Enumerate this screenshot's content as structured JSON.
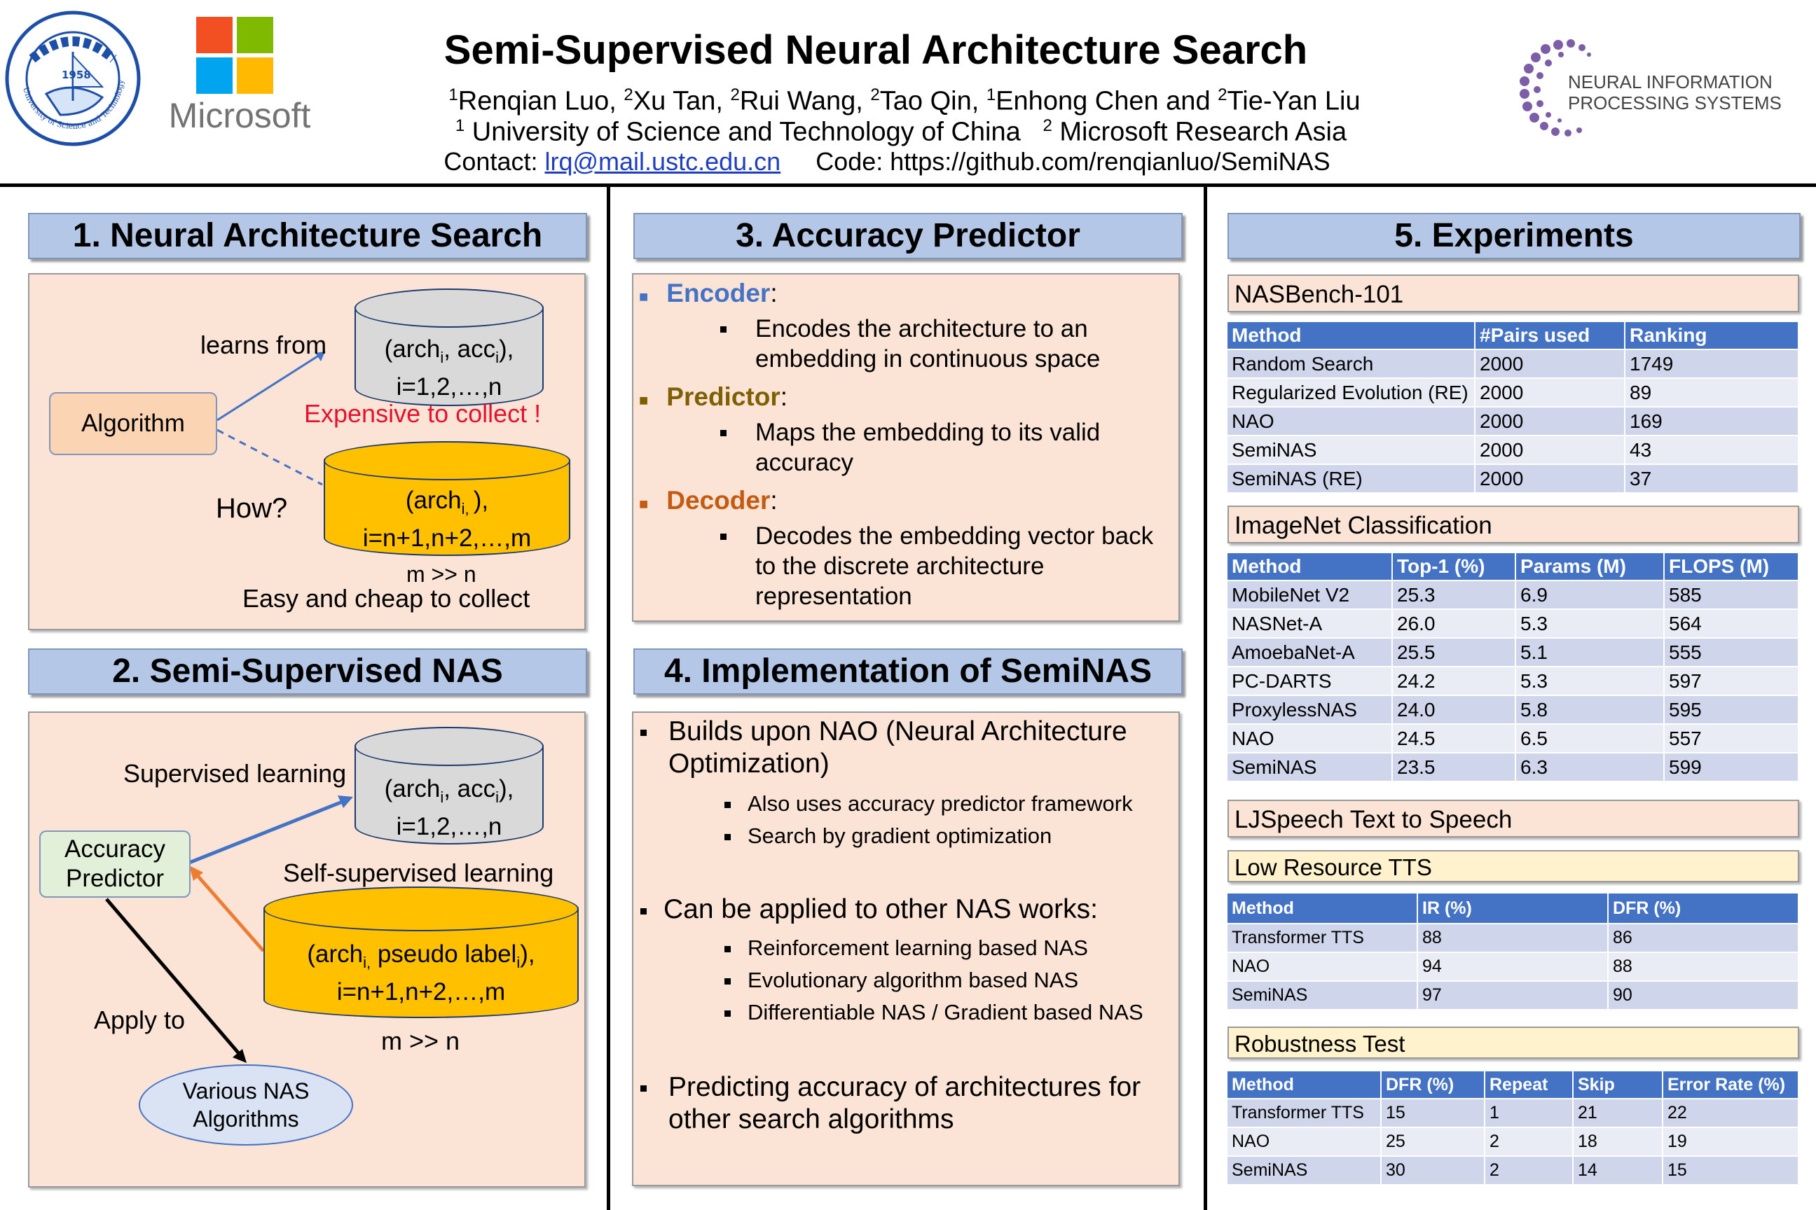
{
  "header": {
    "title": "Semi-Supervised Neural Architecture Search",
    "authors": [
      "Renqian Luo, ",
      "Xu Tan, ",
      "Rui Wang, ",
      "Tao Qin, ",
      "Enhong Chen and ",
      "Tie-Yan Liu"
    ],
    "author_sups": [
      "1",
      "2",
      "2",
      "2",
      "1",
      "2"
    ],
    "affiliation_1": "University of Science and Technology of China",
    "affiliation_2": "Microsoft Research Asia",
    "contact_label": "Contact: ",
    "contact_email": "lrq@mail.ustc.edu.cn",
    "code_label": "Code: https://github.com/renqianluo/SemiNAS",
    "ustc_year": "1958",
    "ustc_ring_text": "University of Science and Technology of China",
    "microsoft_logo": "Microsoft",
    "neurips_line1": "NEURAL INFORMATION",
    "neurips_line2": "PROCESSING SYSTEMS"
  },
  "section1": {
    "title": "1. Neural Architecture Search",
    "learns_from": "learns from",
    "algorithm": "Algorithm",
    "labeled_data_line1_a": "(arch",
    "labeled_data_line1_sub1": "i",
    "labeled_data_line1_b": ", acc",
    "labeled_data_line1_sub2": "i",
    "labeled_data_line1_c": "),",
    "labeled_data_line2": "i=1,2,…,n",
    "expensive": "Expensive to collect !",
    "how": "How?",
    "unlabeled_line1_a": "(arch",
    "unlabeled_line1_sub": "i, ",
    "unlabeled_line1_b": "),",
    "unlabeled_line2": "i=n+1,n+2,…,m",
    "m_n": "m >> n",
    "easy": "Easy and cheap to collect"
  },
  "section2": {
    "title": "2. Semi-Supervised NAS",
    "supervised": "Supervised learning",
    "labeled_line1_a": "(arch",
    "labeled_line1_sub1": "i",
    "labeled_line1_b": ", acc",
    "labeled_line1_sub2": "i",
    "labeled_line1_c": "),",
    "labeled_line2": "i=1,2,…,n",
    "predictor": "Accuracy Predictor",
    "self_supervised": "Self-supervised learning",
    "pseudo_line1_a": "(arch",
    "pseudo_line1_sub1": "i,",
    "pseudo_line1_b": " pseudo label",
    "pseudo_line1_sub2": "i",
    "pseudo_line1_c": "),",
    "pseudo_line2": "i=n+1,n+2,…,m",
    "apply_to": "Apply to",
    "m_n": "m >> n",
    "various": "Various NAS Algorithms"
  },
  "section3": {
    "title": "3. Accuracy Predictor",
    "encoder": "Encoder",
    "encoder_desc": "Encodes the architecture to an embedding in continuous space",
    "predictor": "Predictor",
    "predictor_desc": "Maps the embedding to its valid accuracy",
    "decoder": "Decoder",
    "decoder_desc": "Decodes the embedding vector back to the discrete architecture representation",
    "colon": ":",
    "colors": {
      "encoder": "#4472c4",
      "predictor": "#7f6000",
      "decoder": "#c55a11"
    }
  },
  "section4": {
    "title": "4. Implementation of SemiNAS",
    "p1": "Builds upon NAO (Neural Architecture Optimization)",
    "p1_sub": [
      "Also uses accuracy predictor framework",
      "Search by gradient optimization"
    ],
    "p2": "Can be applied to other NAS works:",
    "p2_sub": [
      "Reinforcement learning based NAS",
      "Evolutionary algorithm based NAS",
      "Differentiable NAS / Gradient based NAS"
    ],
    "p3": "Predicting accuracy of architectures for other search algorithms"
  },
  "section5": {
    "title": "5. Experiments",
    "nasbench": {
      "title": "NASBench-101",
      "headers": [
        "Method",
        "#Pairs used",
        "Ranking"
      ],
      "rows": [
        [
          "Random Search",
          "2000",
          "1749"
        ],
        [
          "Regularized Evolution (RE)",
          "2000",
          "89"
        ],
        [
          "NAO",
          "2000",
          "169"
        ],
        [
          "SemiNAS",
          "2000",
          "43"
        ],
        [
          "SemiNAS (RE)",
          "2000",
          "37"
        ]
      ]
    },
    "imagenet": {
      "title": "ImageNet Classification",
      "headers": [
        "Method",
        "Top-1 (%)",
        "Params (M)",
        "FLOPS (M)"
      ],
      "rows": [
        [
          "MobileNet V2",
          "25.3",
          "6.9",
          "585"
        ],
        [
          "NASNet-A",
          "26.0",
          "5.3",
          "564"
        ],
        [
          "AmoebaNet-A",
          "25.5",
          "5.1",
          "555"
        ],
        [
          "PC-DARTS",
          "24.2",
          "5.3",
          "597"
        ],
        [
          "ProxylessNAS",
          "24.0",
          "5.8",
          "595"
        ],
        [
          "NAO",
          "24.5",
          "6.5",
          "557"
        ],
        [
          "SemiNAS",
          "23.5",
          "6.3",
          "599"
        ]
      ]
    },
    "ljspeech_title": "LJSpeech Text to Speech",
    "low_resource": {
      "title": "Low Resource TTS",
      "headers": [
        "Method",
        "IR (%)",
        "DFR (%)"
      ],
      "rows": [
        [
          "Transformer TTS",
          "88",
          "86"
        ],
        [
          "NAO",
          "94",
          "88"
        ],
        [
          "SemiNAS",
          "97",
          "90"
        ]
      ]
    },
    "robustness": {
      "title": "Robustness Test",
      "headers": [
        "Method",
        "DFR (%)",
        "Repeat",
        "Skip",
        "Error Rate (%)"
      ],
      "rows": [
        [
          "Transformer TTS",
          "15",
          "1",
          "21",
          "22"
        ],
        [
          "NAO",
          "25",
          "2",
          "18",
          "19"
        ],
        [
          "SemiNAS",
          "30",
          "2",
          "14",
          "15"
        ]
      ]
    }
  }
}
